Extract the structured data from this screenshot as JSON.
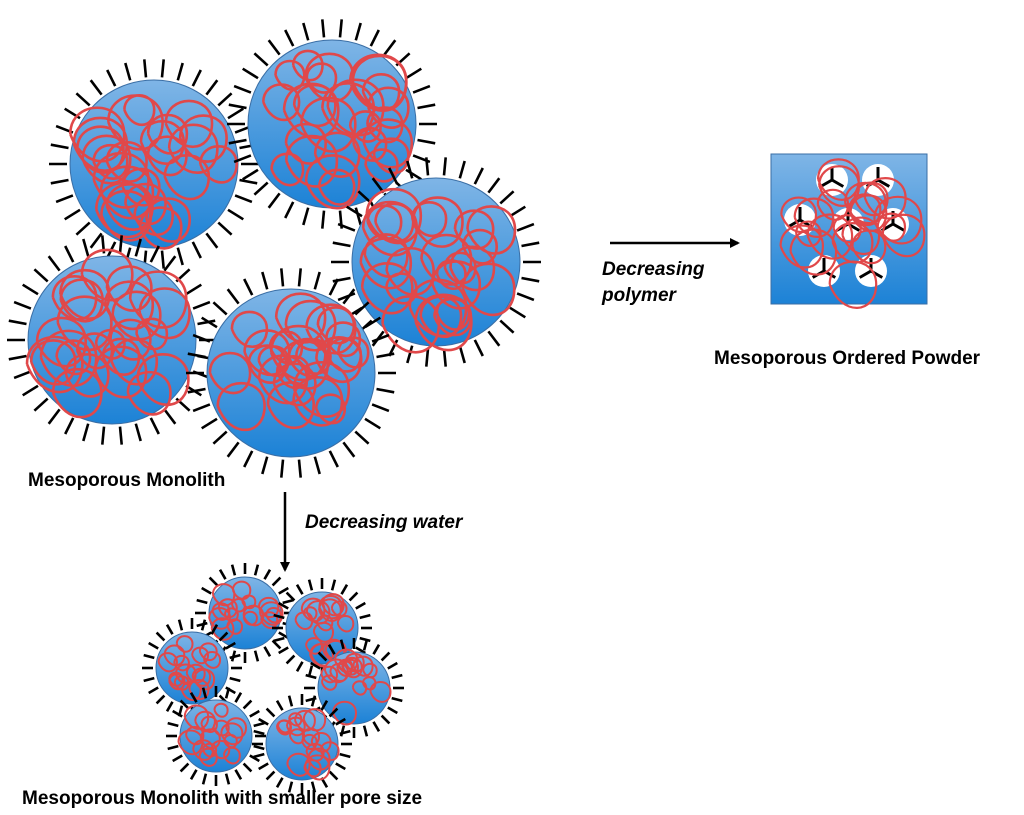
{
  "labels": {
    "monolith": "Mesoporous Monolith",
    "decreasing_water": "Decreasing water",
    "smaller_monolith": "Mesoporous Monolith with smaller pore size",
    "decreasing_polymer_line1": "Decreasing",
    "decreasing_polymer_line2": "polymer",
    "ordered_powder": "Mesoporous Ordered Powder"
  },
  "colors": {
    "sphere_top": "#7fb5e6",
    "sphere_bottom": "#1c82d6",
    "sphere_edge": "#3a6ea5",
    "polymer_chain": "#e0484a",
    "surfactant_tail": "#000000",
    "arrow": "#000000",
    "pore": "#ffffff"
  }
}
